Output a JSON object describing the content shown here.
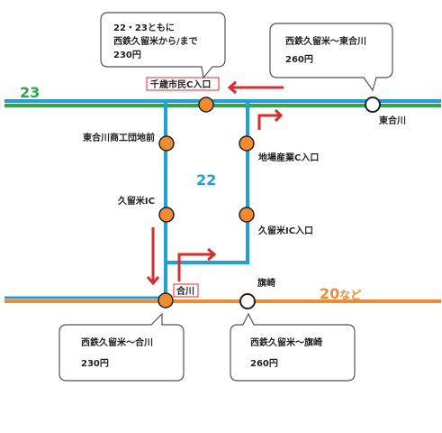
{
  "routes": {
    "r23": {
      "number": "23",
      "color": "#2aa845"
    },
    "r22": {
      "number": "22",
      "color": "#1da1dc"
    },
    "r20": {
      "number": "20",
      "suffix": "など",
      "color": "#f28a2e"
    }
  },
  "stops": {
    "chitose": "千歳市民C入口",
    "higashiaikawa": "東合川",
    "shoko": "東合川商工団地前",
    "jiba": "地場産業C入口",
    "kurume_ic": "久留米IC",
    "kurume_ic_entrance": "久留米IC入口",
    "aikawa": "合川",
    "hatazaki": "旗崎"
  },
  "fares": {
    "top_left": {
      "line1": "22・23ともに",
      "line2": "西鉄久留米から/まで",
      "line3": "230円"
    },
    "top_right": {
      "line1": "西鉄久留米～東合川",
      "line2": "260円"
    },
    "bottom_left": {
      "line1": "西鉄久留米～合川",
      "line2": "230円"
    },
    "bottom_right": {
      "line1": "西鉄久留米～旗崎",
      "line2": "260円"
    }
  },
  "colors": {
    "stop_fill": "#f28a2e",
    "arrow": "#e02a2a",
    "highlight_box": "#e02a2a"
  }
}
